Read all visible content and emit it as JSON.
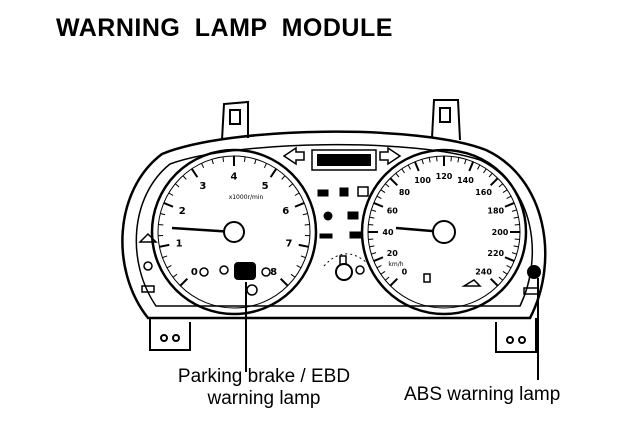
{
  "title": "WARNING LAMP MODULE",
  "tachometer": {
    "tick_labels": [
      "0",
      "1",
      "2",
      "3",
      "4",
      "5",
      "6",
      "7",
      "8"
    ],
    "unit_label": "x1000r/min"
  },
  "speedometer": {
    "tick_labels": [
      "0",
      "20",
      "40",
      "60",
      "80",
      "100",
      "120",
      "140",
      "160",
      "180",
      "200",
      "220",
      "240"
    ],
    "unit_label": "km/h"
  },
  "callouts": {
    "parking_brake": {
      "line1": "Parking brake / EBD",
      "line2": "warning lamp"
    },
    "abs": {
      "label": "ABS warning lamp"
    }
  }
}
